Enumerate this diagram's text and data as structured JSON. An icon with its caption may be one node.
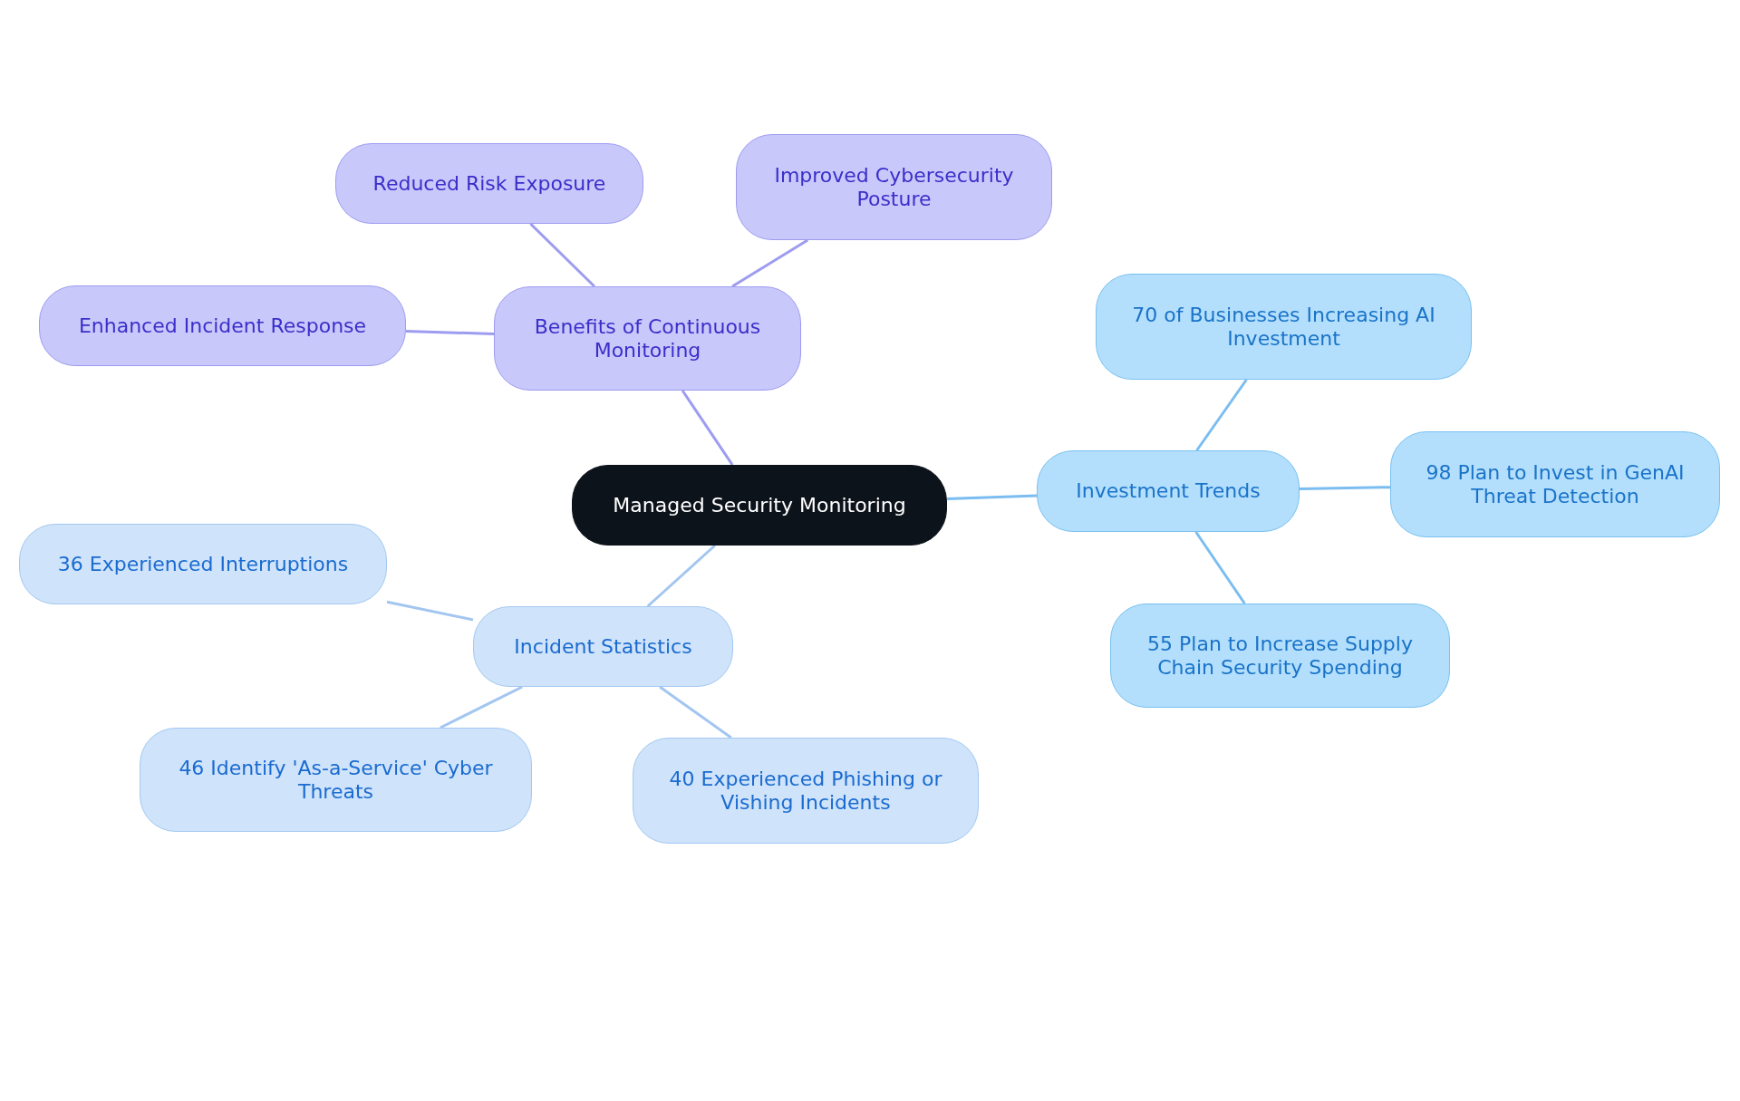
{
  "diagram": {
    "nodes": [
      {
        "text": [
          "Managed Security Monitoring"
        ]
      },
      {
        "text": [
          "Benefits of Continuous Monitoring"
        ]
      },
      {
        "text": [
          "Reduced Risk Exposure"
        ]
      },
      {
        "text": [
          "Improved Cybersecurity Posture"
        ]
      },
      {
        "text": [
          "Enhanced Incident Response"
        ]
      },
      {
        "text": [
          "Investment Trends"
        ]
      },
      {
        "text": [
          "70 of Businesses Increasing AI Investment"
        ]
      },
      {
        "text": [
          "98 Plan to Invest in GenAI Threat Detection"
        ]
      },
      {
        "text": [
          "55 Plan to Increase Supply Chain Security Spending"
        ]
      },
      {
        "text": [
          "Incident Statistics"
        ]
      },
      {
        "text": [
          "36 Experienced Interruptions"
        ]
      },
      {
        "text": [
          "46 Identify 'As-a-Service' Cyber Threats"
        ]
      },
      {
        "text": [
          "40 Experienced Phishing or Vishing Incidents"
        ]
      }
    ],
    "edges": [
      {
        "from": 0,
        "to": 1,
        "arrow": "none",
        "color": "#9d9cf0"
      },
      {
        "from": 1,
        "to": 2,
        "arrow": "none",
        "color": "#9d9cf0"
      },
      {
        "from": 1,
        "to": 3,
        "arrow": "none",
        "color": "#9d9cf0"
      },
      {
        "from": 1,
        "to": 4,
        "arrow": "none",
        "color": "#9d9cf0"
      },
      {
        "from": 0,
        "to": 5,
        "arrow": "none",
        "color": "#7bbdf0"
      },
      {
        "from": 5,
        "to": 6,
        "arrow": "none",
        "color": "#7bbdf0"
      },
      {
        "from": 5,
        "to": 7,
        "arrow": "none",
        "color": "#7bbdf0"
      },
      {
        "from": 5,
        "to": 8,
        "arrow": "none",
        "color": "#7bbdf0"
      },
      {
        "from": 0,
        "to": 9,
        "arrow": "none",
        "color": "#a3c6f0"
      },
      {
        "from": 9,
        "to": 10,
        "arrow": "none",
        "color": "#a3c6f0"
      },
      {
        "from": 9,
        "to": 11,
        "arrow": "none",
        "color": "#a3c6f0"
      },
      {
        "from": 9,
        "to": 12,
        "arrow": "none",
        "color": "#a3c6f0"
      }
    ]
  }
}
